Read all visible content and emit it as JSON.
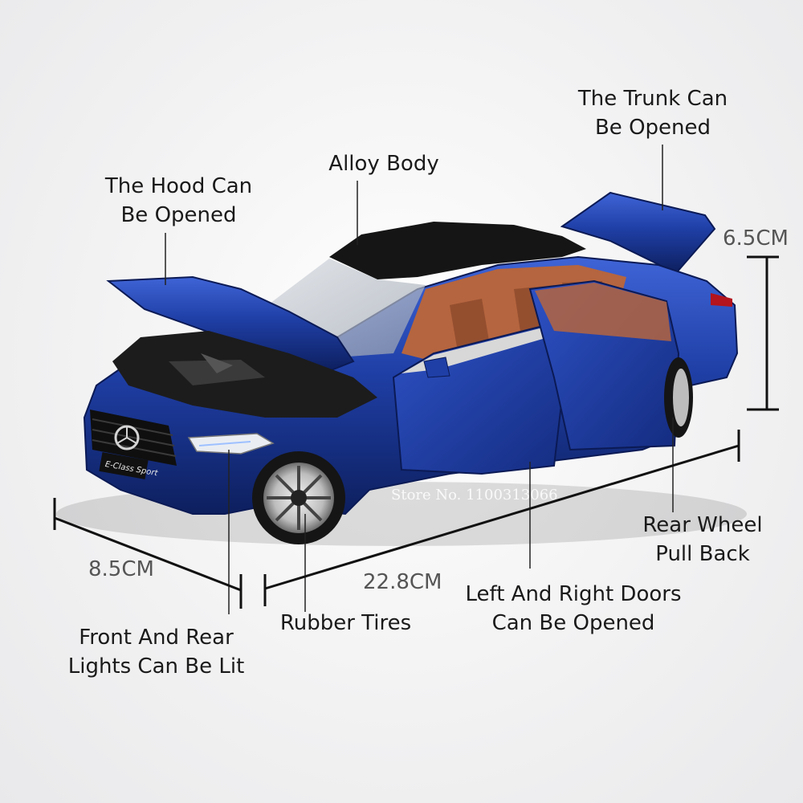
{
  "product": {
    "badge_text": "E-Class Sport",
    "body_color": "#1f3fa6",
    "interior_color": "#b5653f",
    "roof_color": "#151515"
  },
  "callouts": {
    "hood_line1": "The Hood Can",
    "hood_line2": "Be Opened",
    "alloy": "Alloy Body",
    "trunk_line1": "The Trunk Can",
    "trunk_line2": "Be Opened",
    "rear_wheel_line1": "Rear Wheel",
    "rear_wheel_line2": "Pull Back",
    "doors_line1": "Left And Right Doors",
    "doors_line2": "Can Be Opened",
    "tires": "Rubber Tires",
    "lights_line1": "Front And Rear",
    "lights_line2": "Lights Can Be Lit"
  },
  "dimensions": {
    "height": "6.5CM",
    "width": "8.5CM",
    "length": "22.8CM"
  },
  "watermark": "Store No. 1100313066"
}
